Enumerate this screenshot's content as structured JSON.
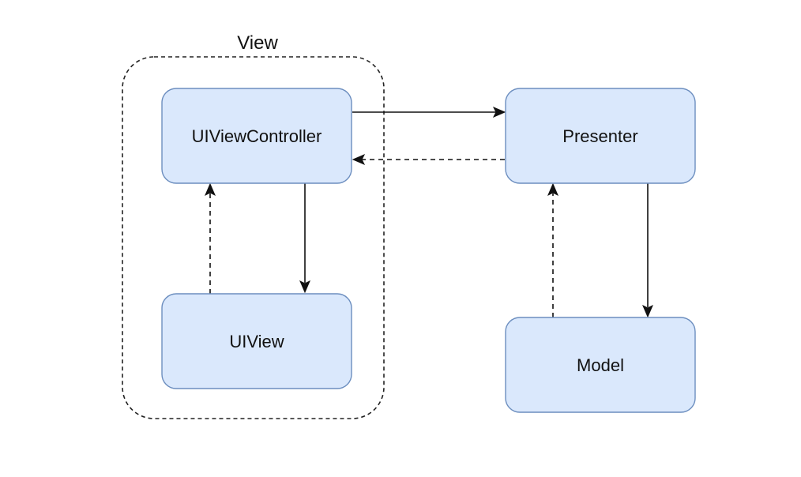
{
  "group": {
    "label": "View"
  },
  "nodes": {
    "view_controller": "UIViewController",
    "ui_view": "UIView",
    "presenter": "Presenter",
    "model": "Model"
  },
  "colors": {
    "node_fill": "#dae8fc",
    "node_stroke": "#6c8ebf",
    "line": "#111111"
  },
  "edges": [
    {
      "from": "UIViewController",
      "to": "Presenter",
      "style": "solid"
    },
    {
      "from": "Presenter",
      "to": "UIViewController",
      "style": "dashed"
    },
    {
      "from": "UIViewController",
      "to": "UIView",
      "style": "solid"
    },
    {
      "from": "UIView",
      "to": "UIViewController",
      "style": "dashed"
    },
    {
      "from": "Presenter",
      "to": "Model",
      "style": "solid"
    },
    {
      "from": "Model",
      "to": "Presenter",
      "style": "dashed"
    }
  ]
}
